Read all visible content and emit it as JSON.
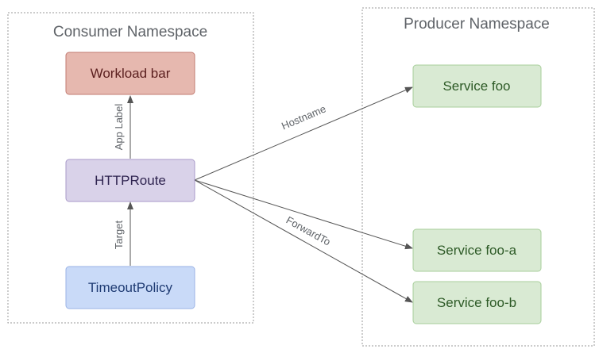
{
  "consumer_namespace": {
    "title": "Consumer Namespace",
    "nodes": {
      "workload": "Workload bar",
      "httproute": "HTTPRoute",
      "timeout_policy": "TimeoutPolicy"
    },
    "edges": {
      "app_label": "App Label",
      "target": "Target"
    }
  },
  "producer_namespace": {
    "title": "Producer Namespace",
    "nodes": {
      "service_foo": "Service foo",
      "service_foo_a": "Service foo-a",
      "service_foo_b": "Service foo-b"
    }
  },
  "cross_namespace_edges": {
    "hostname": "Hostname",
    "forward_to": "ForwardTo"
  },
  "colors": {
    "workload_fill": "#e6b8af",
    "workload_stroke": "#c27b72",
    "workload_text": "#5a1e1e",
    "httproute_fill": "#d9d2e9",
    "httproute_stroke": "#a99ac9",
    "httproute_text": "#2f2450",
    "timeout_fill": "#c9daf8",
    "timeout_stroke": "#9ab3e6",
    "timeout_text": "#1f3b73",
    "service_fill": "#d9ead3",
    "service_stroke": "#a8cf9b",
    "service_text": "#2d5a26",
    "edge_color": "#555555",
    "border_color": "#999999"
  }
}
